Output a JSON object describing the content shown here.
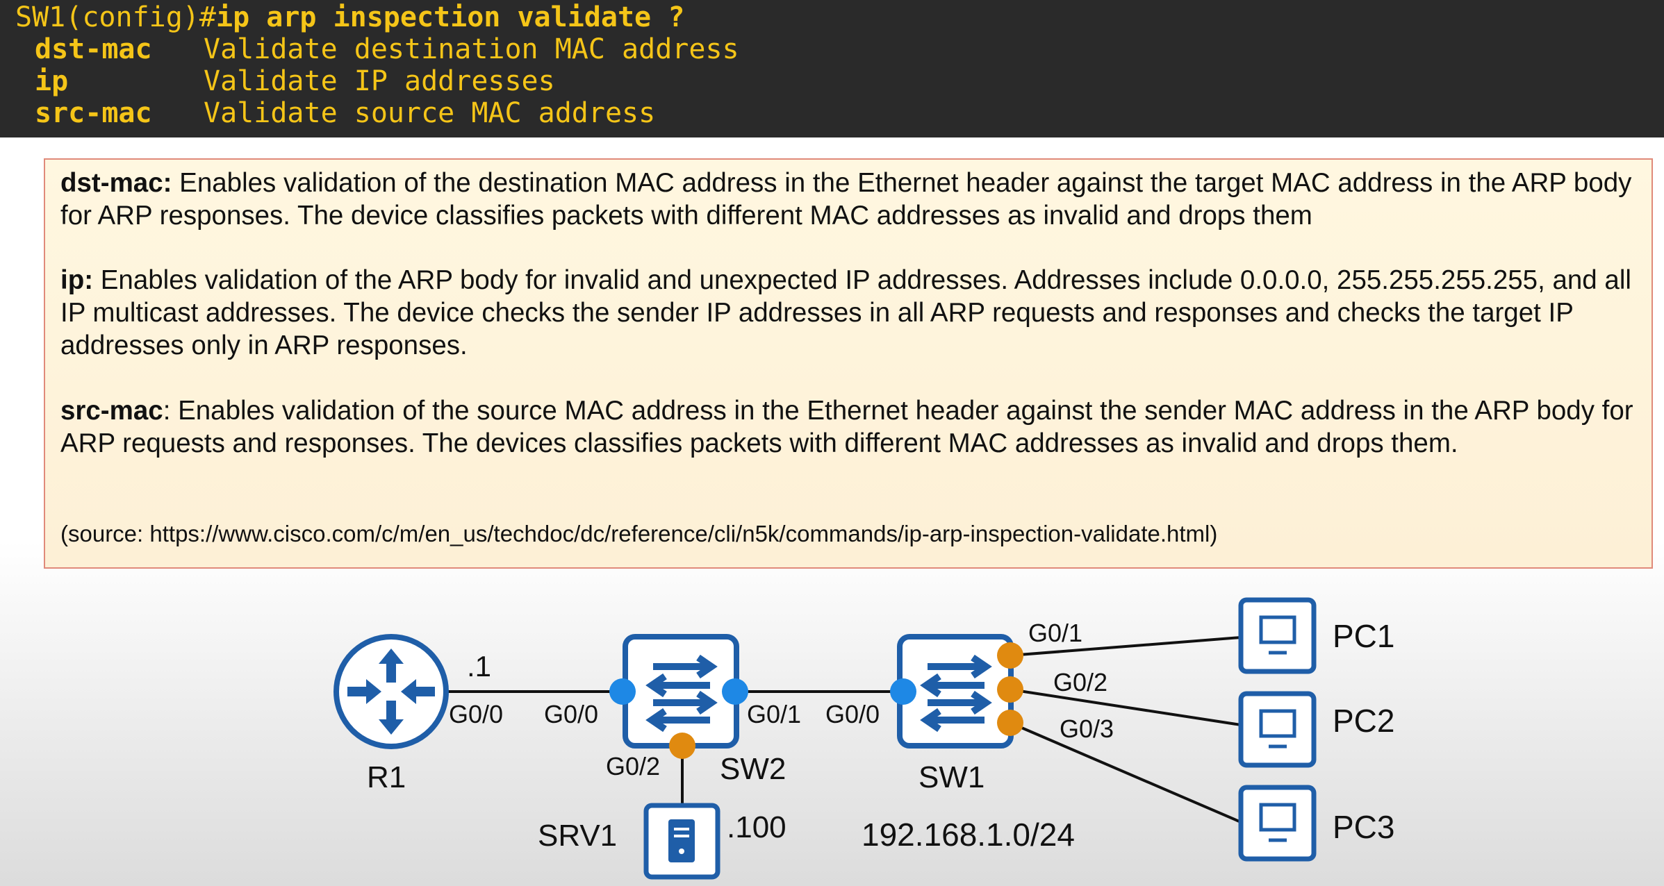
{
  "cli": {
    "prompt": "SW1(config)#",
    "command": "ip arp inspection validate ?",
    "options": [
      {
        "keyword": "dst-mac",
        "description": "Validate destination MAC address"
      },
      {
        "keyword": "ip",
        "description": "Validate IP addresses"
      },
      {
        "keyword": "src-mac",
        "description": "Validate source MAC address"
      }
    ]
  },
  "explanation": {
    "dst_mac": {
      "term": "dst-mac:",
      "text": " Enables validation of the destination MAC address in the Ethernet header against the target MAC address in the ARP body for ARP responses. The device classifies packets with different MAC addresses as invalid and drops them"
    },
    "ip": {
      "term": "ip:",
      "text": "  Enables validation of the ARP body for invalid and unexpected IP addresses. Addresses include 0.0.0.0, 255.255.255.255, and all IP multicast addresses. The device checks the sender IP addresses in all ARP requests and responses and checks the target IP addresses only in ARP responses."
    },
    "src_mac": {
      "term": "src-mac",
      "text": ": Enables validation of the source MAC address in the Ethernet header against the sender MAC address in the ARP body for ARP requests and responses. The devices classifies packets with different MAC addresses as invalid and drops them."
    },
    "source": "(source: https://www.cisco.com/c/m/en_us/techdoc/dc/reference/cli/n5k/commands/ip-arp-inspection-validate.html)"
  },
  "topology": {
    "devices": {
      "r1": "R1",
      "sw2": "SW2",
      "sw1": "SW1",
      "srv1": "SRV1",
      "pc1": "PC1",
      "pc2": "PC2",
      "pc3": "PC3"
    },
    "interfaces": {
      "r1_g00": "G0/0",
      "sw2_g00": "G0/0",
      "sw2_g01": "G0/1",
      "sw2_g02": "G0/2",
      "sw1_g00": "G0/0",
      "sw1_g01": "G0/1",
      "sw1_g02": "G0/2",
      "sw1_g03": "G0/3"
    },
    "addresses": {
      "r1_host": ".1",
      "srv1_host": ".100",
      "subnet": "192.168.1.0/24"
    },
    "colors": {
      "device_blue": "#1f5ea8",
      "port_trusted": "#1e88e5",
      "port_untrusted": "#e08a10"
    }
  }
}
